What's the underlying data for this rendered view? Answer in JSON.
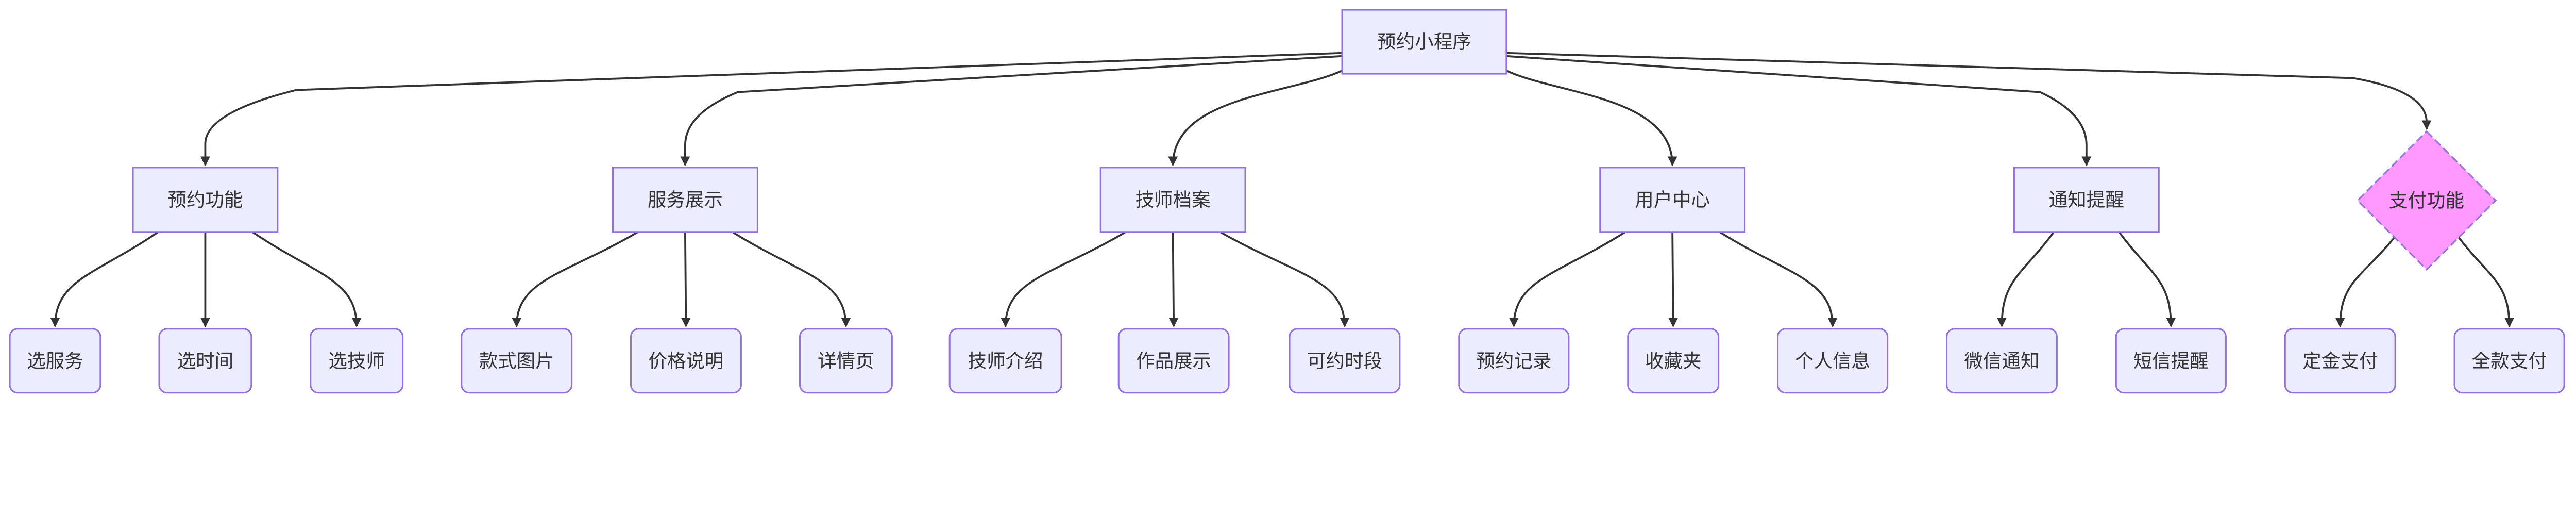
{
  "diagram": {
    "type": "flowchart-top-down",
    "colors": {
      "node_fill": "#ECECFF",
      "node_stroke": "#9370DB",
      "decision_fill": "#ff99ff",
      "edge": "#333333",
      "text": "#333333"
    },
    "root": {
      "id": "root",
      "label": "预约小程序"
    },
    "branches": [
      {
        "id": "b1",
        "label": "预约功能",
        "shape": "rect",
        "children": [
          {
            "label": "选服务"
          },
          {
            "label": "选时间"
          },
          {
            "label": "选技师"
          }
        ]
      },
      {
        "id": "b2",
        "label": "服务展示",
        "shape": "rect",
        "children": [
          {
            "label": "款式图片"
          },
          {
            "label": "价格说明"
          },
          {
            "label": "详情页"
          }
        ]
      },
      {
        "id": "b3",
        "label": "技师档案",
        "shape": "rect",
        "children": [
          {
            "label": "技师介绍"
          },
          {
            "label": "作品展示"
          },
          {
            "label": "可约时段"
          }
        ]
      },
      {
        "id": "b4",
        "label": "用户中心",
        "shape": "rect",
        "children": [
          {
            "label": "预约记录"
          },
          {
            "label": "收藏夹"
          },
          {
            "label": "个人信息"
          }
        ]
      },
      {
        "id": "b5",
        "label": "通知提醒",
        "shape": "rect",
        "children": [
          {
            "label": "微信通知"
          },
          {
            "label": "短信提醒"
          }
        ]
      },
      {
        "id": "b6",
        "label": "支付功能",
        "shape": "diamond-dashed",
        "children": [
          {
            "label": "定金支付"
          },
          {
            "label": "全款支付"
          }
        ]
      }
    ]
  }
}
